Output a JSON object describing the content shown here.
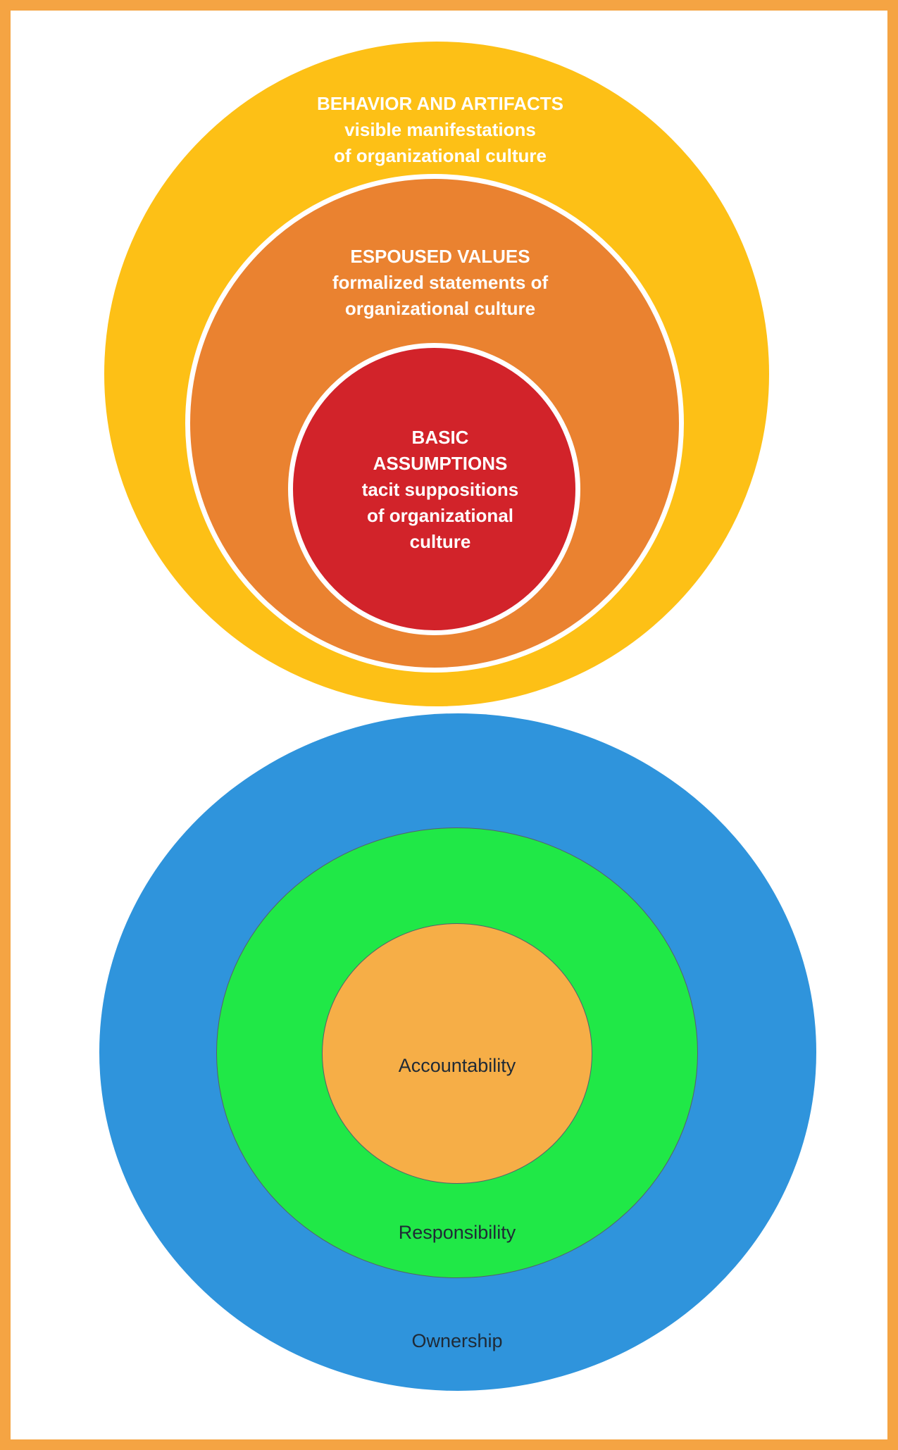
{
  "colors": {
    "frame": "#F5A443",
    "behavior_ring": "#FDC016",
    "values_ring": "#EA8230",
    "assumptions_core": "#D2232A",
    "ownership_ring": "#2F94DC",
    "responsibility_ring": "#20E847",
    "accountability_core": "#F6AE47",
    "divider": "#FFFFFF",
    "bottom_text": "#1f2a36"
  },
  "culture_diagram": {
    "behavior": {
      "title": "BEHAVIOR AND ARTIFACTS",
      "line1": "visible manifestations",
      "line2": "of organizational culture"
    },
    "values": {
      "title": "ESPOUSED VALUES",
      "line1": "formalized statements of",
      "line2": "organizational culture"
    },
    "assumptions": {
      "title1": "BASIC",
      "title2": "ASSUMPTIONS",
      "line1": "tacit suppositions",
      "line2": "of organizational",
      "line3": "culture"
    }
  },
  "ownership_diagram": {
    "outer_label": "Ownership",
    "middle_label": "Responsibility",
    "inner_label": "Accountability"
  }
}
